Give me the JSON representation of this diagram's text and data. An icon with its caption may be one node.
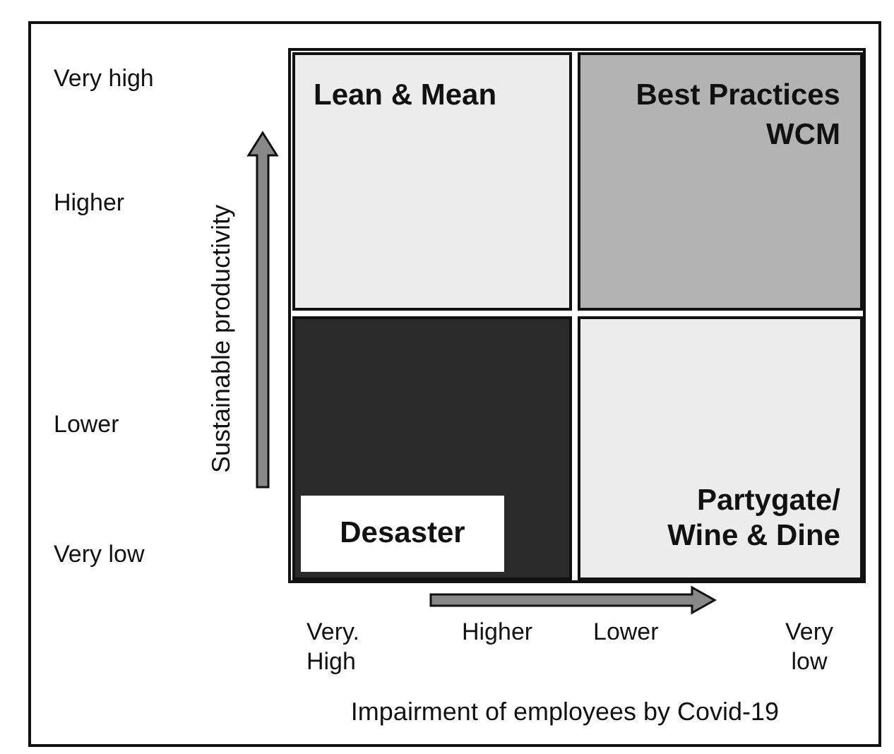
{
  "diagram": {
    "nodes": [
      {
        "text": [
          "Lean & Mean"
        ]
      },
      {
        "text": [
          "Best Practices",
          "WCM"
        ]
      },
      {
        "text": [],
        "shape": "box"
      },
      {
        "text": [
          "Desaster"
        ],
        "in": 2
      },
      {
        "text": [
          "Partygate/ Wine & Dine"
        ]
      }
    ],
    "edges": [],
    "labels": [
      "Very high",
      "Higher",
      "Sustainable productivity",
      "Lower",
      "Very low",
      "Very. High",
      "Higher",
      "Lower",
      "Very low",
      "Impairment of employees by Covid-19"
    ]
  }
}
